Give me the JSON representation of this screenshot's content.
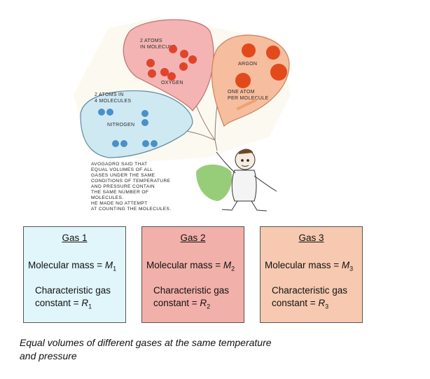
{
  "illustration": {
    "nitrogen_balloon": {
      "line1": "2 ATOMS IN",
      "line2": "4 MOLECULES",
      "name": "NITROGEN",
      "color": "#c8e6f2"
    },
    "oxygen_balloon": {
      "line1": "2 ATOMS",
      "line2": "IN MOLECULE",
      "name": "OXYGEN",
      "color": "#f2a9aa"
    },
    "argon_balloon": {
      "name": "ARGON",
      "line1": "ONE ATOM",
      "line2": "PER MOLECULE",
      "color": "#f5b596"
    },
    "caption_lines": [
      "AVOGADRO SAID THAT",
      "EQUAL VOLUMES OF ALL",
      "GASES UNDER THE SAME",
      "CONDITIONS OF TEMPERATURE",
      "AND PRESSURE CONTAIN",
      "THE SAME NUMBER OF",
      "MOLECULES.",
      "HE MADE NO ATTEMPT",
      "AT COUNTING THE MOLECULES."
    ]
  },
  "gases": [
    {
      "title": "Gas 1",
      "mass_label": "Molecular mass = ",
      "mass_symbol": "M",
      "mass_sub": "1",
      "const_label": "Characteristic gas",
      "const_label2": "constant = ",
      "const_symbol": "R",
      "const_sub": "1",
      "bg_color": "#e1f6fb"
    },
    {
      "title": "Gas 2",
      "mass_label": "Molecular mass = ",
      "mass_symbol": "M",
      "mass_sub": "2",
      "const_label": "Characteristic gas",
      "const_label2": "constant = ",
      "const_symbol": "R",
      "const_sub": "2",
      "bg_color": "#f2b0aa"
    },
    {
      "title": "Gas 3",
      "mass_label": "Molecular mass = ",
      "mass_symbol": "M",
      "mass_sub": "3",
      "const_label": "Characteristic gas",
      "const_label2": "constant = ",
      "const_symbol": "R",
      "const_sub": "3",
      "bg_color": "#f6c9b0"
    }
  ],
  "caption": {
    "line1": "Equal volumes of different gases at the same temperature",
    "line2": "and pressure"
  }
}
